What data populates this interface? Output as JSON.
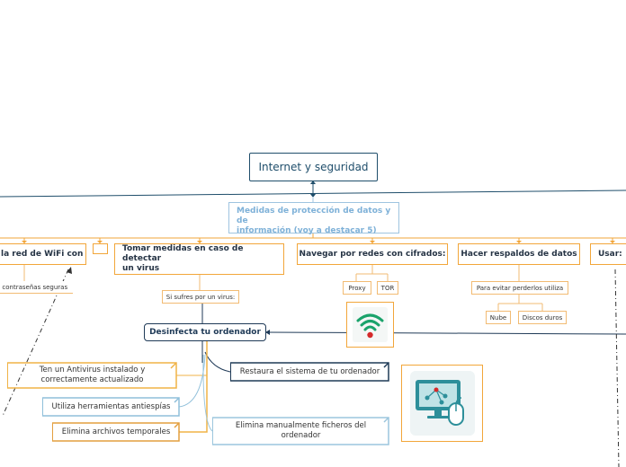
{
  "root": {
    "label": "Internet y seguridad"
  },
  "main": {
    "line1": "Medidas de protección de datos y de",
    "line2": "información (voy a destacar 5)"
  },
  "branches": [
    {
      "label": "la red de WiFi con"
    },
    {
      "label": ""
    },
    {
      "line1": "Tomar medidas en caso de detectar",
      "line2": "un virus"
    },
    {
      "label": "Navegar por redes con cifrados:"
    },
    {
      "label": "Hacer respaldos de datos"
    },
    {
      "label": "Usar:"
    }
  ],
  "subs": {
    "passwords": "e contraseñas seguras",
    "virus": "Si sufres por un virus:",
    "proxy": "Proxy",
    "tor": "TOR",
    "perder": "Para evitar perderlos utiliza",
    "nube": "Nube",
    "discos": "Discos duros"
  },
  "desinfecta": {
    "label": "Desinfecta tu ordenador"
  },
  "leaves": {
    "antivirus_1": "Ten un Antivirus instalado y",
    "antivirus_2": "correctamente actualizado",
    "antiespias": "Utiliza herramientas antiespías",
    "temporales": "Elimina archivos temporales",
    "restaura": "Restaura el sistema de tu ordenador",
    "manual_1": "Elimina manualmente ficheros del",
    "manual_2": "ordenador"
  },
  "icons": {
    "wifi": "wifi-icon",
    "computer": "computer-network-icon"
  },
  "colors": {
    "accent_orange": "#f2a63a",
    "dark_navy": "#1f3a57",
    "light_blue": "#9fc4e0",
    "wifi_green": "#1aa36b",
    "alert_red": "#d42a2a",
    "pc_teal": "#2d8f9a"
  }
}
